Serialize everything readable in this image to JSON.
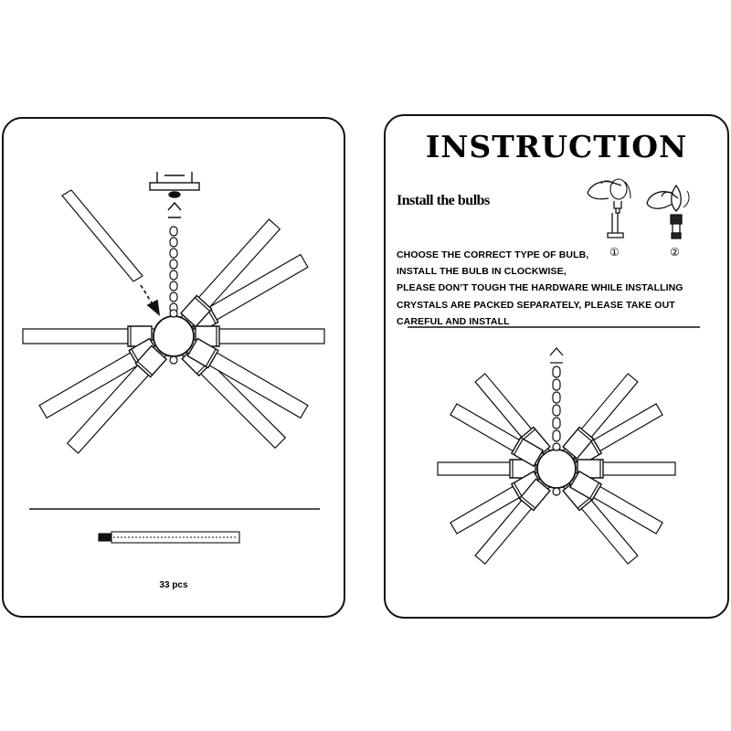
{
  "right": {
    "title": "INSTRUCTION",
    "subtitle": "Install the bulbs",
    "steps": [
      "①",
      "②"
    ],
    "lines": [
      "CHOOSE THE CORRECT TYPE OF BULB,",
      "INSTALL THE BULB IN CLOCKWISE,",
      "PLEASE DON’T TOUGH THE HARDWARE WHILE INSTALLING",
      "CRYSTALS ARE PACKED SEPARATELY, PLEASE TAKE OUT",
      "CAREFUL AND INSTALL"
    ]
  },
  "left": {
    "count_label": "33 pcs"
  }
}
